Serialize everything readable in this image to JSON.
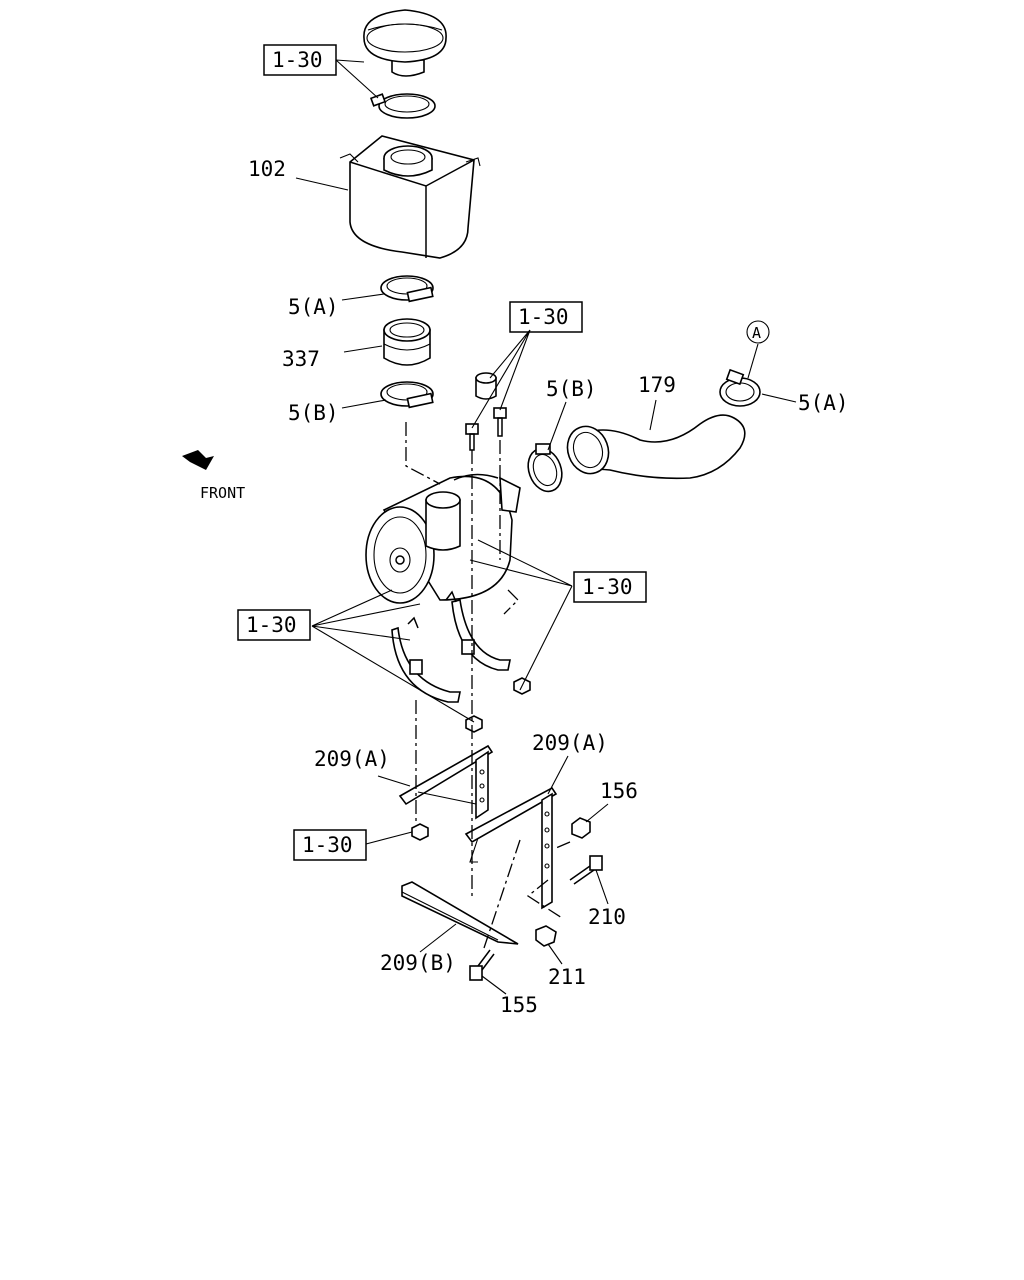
{
  "diagram": {
    "direction_label": "FRONT",
    "ref_marker": "A",
    "callouts": {
      "box_top": "1-30",
      "box_mid_right": "1-30",
      "box_mid_left": "1-30",
      "box_bolts": "1-30",
      "box_bottom": "1-30",
      "p102": "102",
      "p5a_top": "5(A)",
      "p337": "337",
      "p5b_left": "5(B)",
      "p5b_right": "5(B)",
      "p179": "179",
      "p5a_right": "5(A)",
      "p209a_left": "209(A)",
      "p209a_right": "209(A)",
      "p156": "156",
      "p210": "210",
      "p211": "211",
      "p209b": "209(B)",
      "p155": "155"
    }
  }
}
